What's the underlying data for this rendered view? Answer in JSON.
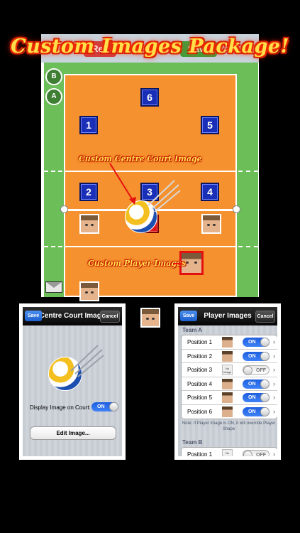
{
  "banner": {
    "title": "Custom Images Package!"
  },
  "topbar": {
    "reset_label": "Res",
    "save_label": "Save"
  },
  "court": {
    "side_icons": [
      {
        "label": "B"
      },
      {
        "label": "A"
      }
    ],
    "positions_upper": [
      "6",
      "1",
      "5"
    ],
    "positions_lower": [
      "2",
      "3",
      "4",
      "3"
    ],
    "callouts": {
      "centre": "Custom Centre Court Image",
      "players": "Custom Player Images"
    }
  },
  "centre_panel": {
    "save": "Save",
    "title": "Centre Court Image",
    "cancel": "Cancel",
    "display_label": "Display Image on Court:",
    "display_toggle": "ON",
    "edit_button": "Edit Image..."
  },
  "players_panel": {
    "save": "Save",
    "title": "Player Images",
    "cancel": "Cancel",
    "team_a": "Team A",
    "team_b": "Team B",
    "no_image": "No Image",
    "rows_a": [
      {
        "label": "Position 1",
        "state": "ON",
        "image": true
      },
      {
        "label": "Position 2",
        "state": "ON",
        "image": true
      },
      {
        "label": "Position 3",
        "state": "OFF",
        "image": false
      },
      {
        "label": "Position 4",
        "state": "ON",
        "image": true
      },
      {
        "label": "Position 5",
        "state": "ON",
        "image": true
      },
      {
        "label": "Position 6",
        "state": "ON",
        "image": true
      }
    ],
    "rows_b": [
      {
        "label": "Position 1",
        "state": "OFF",
        "image": false
      }
    ],
    "note": "Note: If Player Image is ON, it will override Player Shape"
  }
}
